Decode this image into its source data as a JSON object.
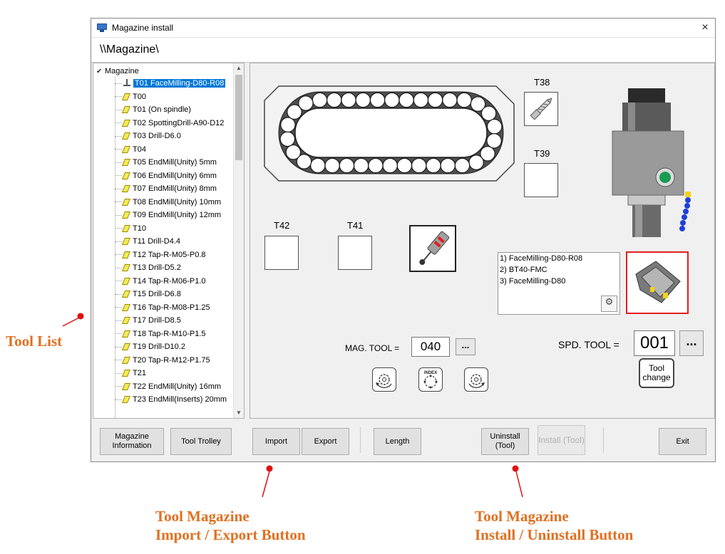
{
  "window": {
    "title": "Magazine install",
    "close_glyph": "×",
    "path": "\\\\Magazine\\"
  },
  "tree": {
    "root_label": "Magazine",
    "items": [
      "T01 FaceMilling-D80-R08",
      "T00",
      "T01 (On spindle)",
      "T02 SpottingDrill-A90-D12",
      "T03 Drill-D6.0",
      "T04",
      "T05 EndMill(Unity) 5mm",
      "T06 EndMill(Unity) 6mm",
      "T07 EndMill(Unity) 8mm",
      "T08 EndMill(Unity) 10mm",
      "T09 EndMill(Unity) 12mm",
      "T10",
      "T11 Drill-D4.4",
      "T12 Tap-R-M05-P0.8",
      "T13 Drill-D5.2",
      "T14 Tap-R-M06-P1.0",
      "T15 Drill-D6.8",
      "T16 Tap-R-M08-P1.25",
      "T17 Drill-D8.5",
      "T18 Tap-R-M10-P1.5",
      "T19 Drill-D10.2",
      "T20 Tap-R-M12-P1.75",
      "T21",
      "T22 EndMill(Unity) 16mm",
      "T23 EndMill(Inserts) 20mm"
    ],
    "selected_index": 0
  },
  "slots": {
    "t38": "T38",
    "t39": "T39",
    "t42": "T42",
    "t41": "T41"
  },
  "spindle_info": [
    "1) FaceMilling-D80-R08",
    "2) BT40-FMC",
    "3) FaceMilling-D80"
  ],
  "mag_tool": {
    "label": "MAG. TOOL =",
    "value": "040",
    "browse": "..."
  },
  "spd_tool": {
    "label": "SPD. TOOL =",
    "value": "001",
    "browse": "..."
  },
  "index_label": "INDEX",
  "tool_change_label": "Tool change",
  "buttons": {
    "magazine_info": "Magazine Information",
    "tool_trolley": "Tool Trolley",
    "import": "Import",
    "export": "Export",
    "length": "Length",
    "uninstall": "Uninstall (Tool)",
    "install": "Install (Tool)",
    "exit": "Exit"
  },
  "annotations": {
    "tool_list": "Tool List",
    "import_export_1": "Tool Magazine",
    "import_export_2": "Import / Export Button",
    "install_uninstall_1": "Tool Magazine",
    "install_uninstall_2": "Install / Uninstall Button"
  },
  "colors": {
    "annotation": "#e07020",
    "dot": "#e01010",
    "selection": "#0078d7",
    "accent_red": "#e02020",
    "indicator_green": "#1a9c50"
  }
}
